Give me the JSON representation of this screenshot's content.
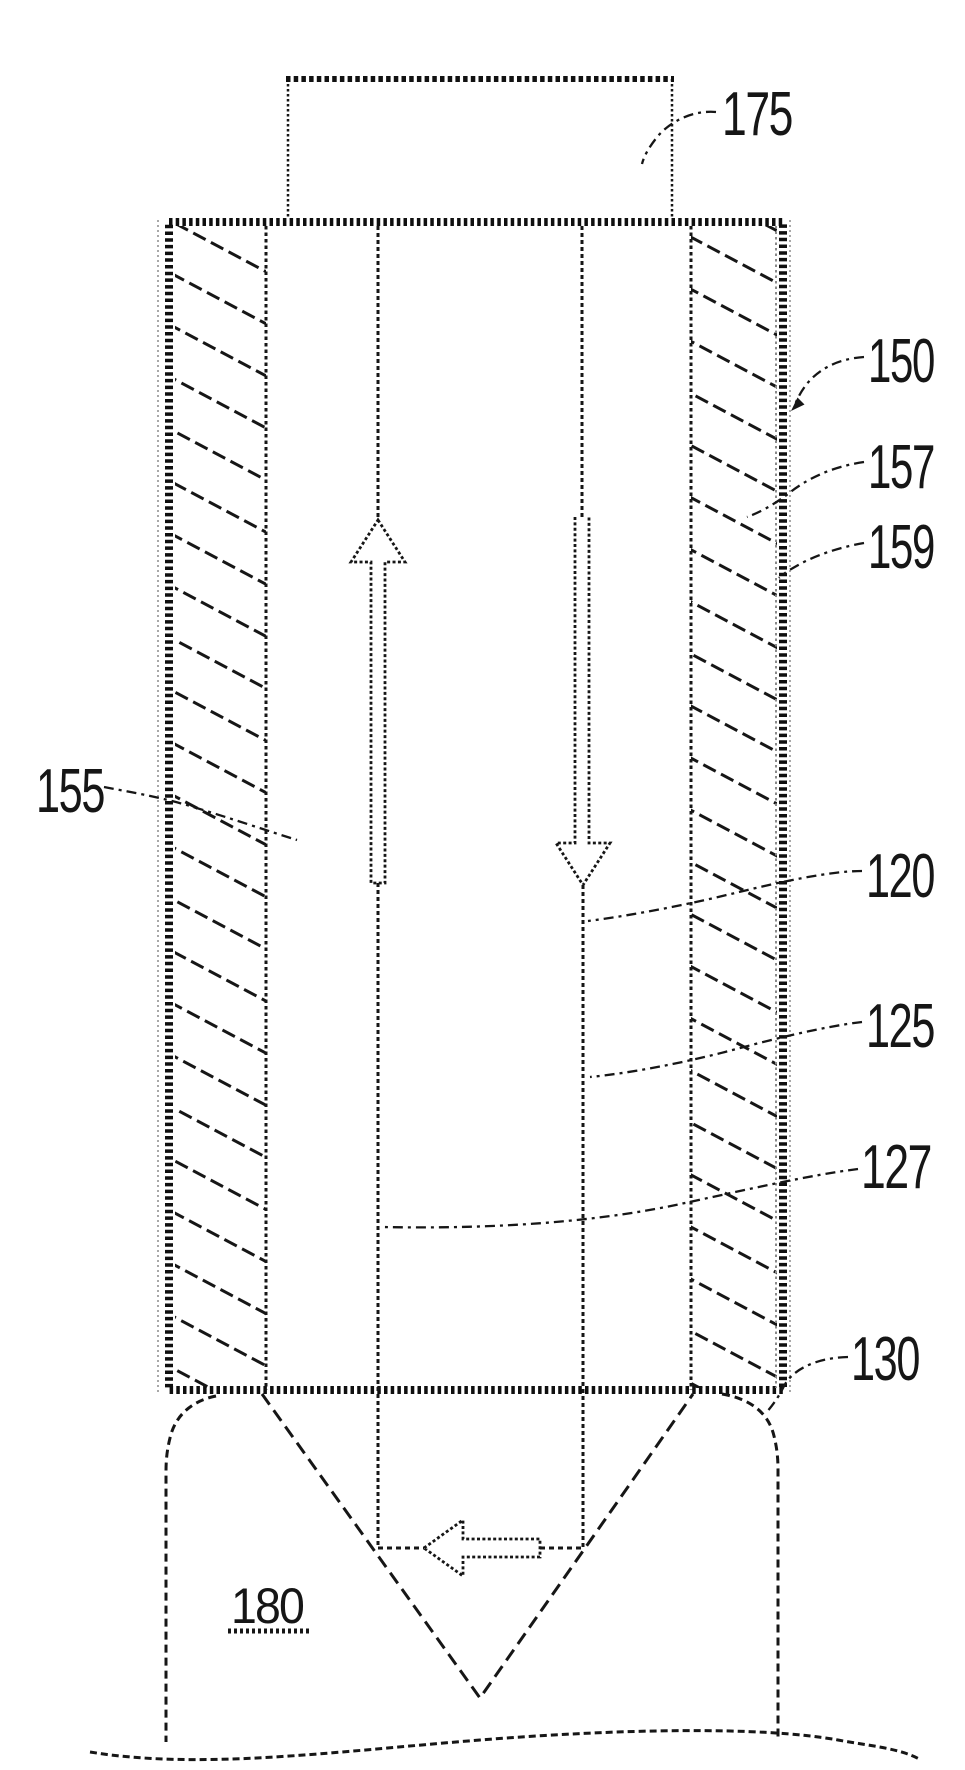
{
  "figure": {
    "kind": "patent-technical-drawing",
    "background_color": "#ffffff",
    "ink_color": "#161616",
    "labels": {
      "l175": {
        "text": "175"
      },
      "l150": {
        "text": "150"
      },
      "l157": {
        "text": "157"
      },
      "l159": {
        "text": "159"
      },
      "l155": {
        "text": "155"
      },
      "l120": {
        "text": "120"
      },
      "l125": {
        "text": "125"
      },
      "l127": {
        "text": "127"
      },
      "l130": {
        "text": "130"
      },
      "l180": {
        "text": "180",
        "underlined": true
      }
    }
  }
}
